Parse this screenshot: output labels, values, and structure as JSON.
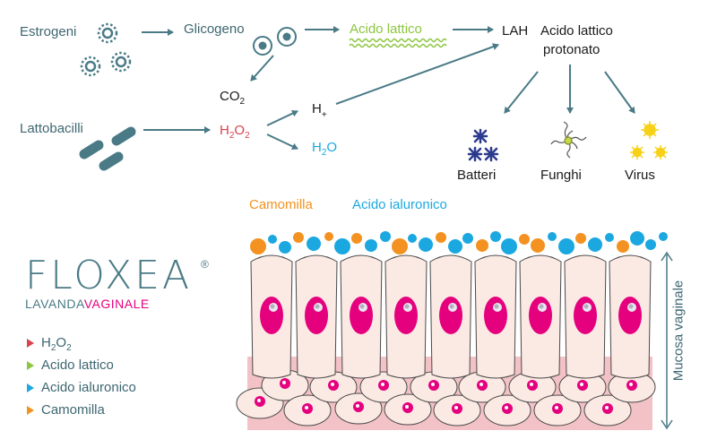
{
  "flow": {
    "estrogeni": "Estrogeni",
    "glicogeno": "Glicogeno",
    "acido_lattico": "Acido lattico",
    "lah": "LAH",
    "lah_desc_line1": "Acido lattico",
    "lah_desc_line2": "protonato",
    "co2_main": "CO",
    "co2_sub": "2",
    "lattobacilli": "Lattobacilli",
    "h2o2_a": "H",
    "h2o2_b": "2",
    "h2o2_c": "O",
    "h2o2_d": "2",
    "hplus_main": "H",
    "hplus_sup": "+",
    "h2o_a": "H",
    "h2o_b": "2",
    "h2o_c": "O"
  },
  "targets": {
    "batteri": "Batteri",
    "funghi": "Funghi",
    "virus": "Virus"
  },
  "mucosa": {
    "camomilla_label": "Camomilla",
    "ialuronico_label": "Acido ialuronico",
    "vertical_label": "Mucosa vaginale"
  },
  "brand": {
    "name": "FLOXEA",
    "reg": "®",
    "sub_a": "LAVANDA",
    "sub_b": "VAGINALE"
  },
  "legend": [
    {
      "label_a": "H",
      "label_b": "2",
      "label_c": "O",
      "label_d": "2",
      "color": "#d9434f"
    },
    {
      "label": "Acido lattico",
      "color": "#8cc63f"
    },
    {
      "label": "Acido ialuronico",
      "color": "#1ba8e0"
    },
    {
      "label": "Camomilla",
      "color": "#f39221"
    }
  ],
  "colors": {
    "arrow": "#4a7a86",
    "teal": "#3d6670",
    "green": "#8cc63f",
    "red": "#d9434f",
    "blue": "#1ba8e0",
    "orange": "#f39221",
    "magenta": "#e5007e",
    "cell_fill": "#fbe9e3",
    "cell_stroke": "#4a4a4a"
  }
}
